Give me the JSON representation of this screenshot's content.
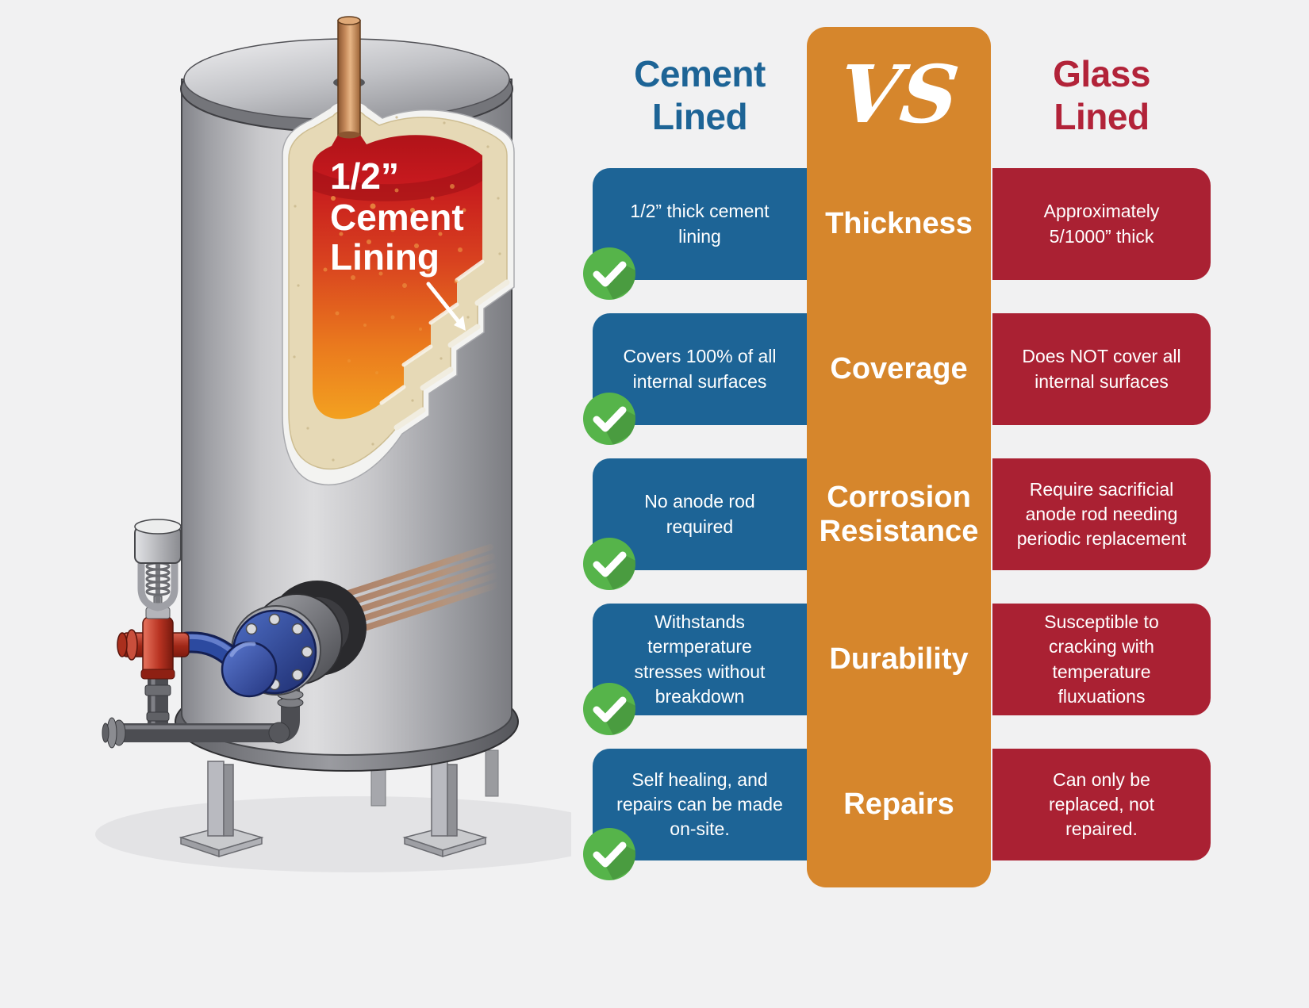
{
  "page": {
    "background": "#f1f1f2"
  },
  "colors": {
    "cement_blue": "#1d6496",
    "glass_red": "#aa2133",
    "header_red": "#b22339",
    "vs_orange": "#d6862c",
    "check_green": "#56b44a",
    "chamber_red": "#c6191e",
    "chamber_orange": "#f3a120",
    "cement_tan": "#e6d9b6"
  },
  "tank": {
    "label_line1": "1/2”",
    "label_line2": "Cement",
    "label_line3": "Lining"
  },
  "comparison": {
    "left_header": {
      "line1": "Cement",
      "line2": "Lined"
    },
    "vs": "VS",
    "right_header": {
      "line1": "Glass",
      "line2": "Lined"
    },
    "rows": [
      {
        "category": "Thickness",
        "cement": "1/2” thick cement lining",
        "glass": "Approximately 5/1000” thick"
      },
      {
        "category": "Coverage",
        "cement": "Covers 100% of all internal surfaces",
        "glass": "Does NOT cover all internal surfaces"
      },
      {
        "category": "Corrosion Resistance",
        "cement": "No anode rod required",
        "glass": "Require sacrificial anode rod needing periodic replacement"
      },
      {
        "category": "Durability",
        "cement": "Withstands termperature stresses without breakdown",
        "glass": "Susceptible to cracking with temperature fluxuations"
      },
      {
        "category": "Repairs",
        "cement": "Self healing, and repairs can be made on-site.",
        "glass": "Can only be replaced, not repaired."
      }
    ]
  }
}
